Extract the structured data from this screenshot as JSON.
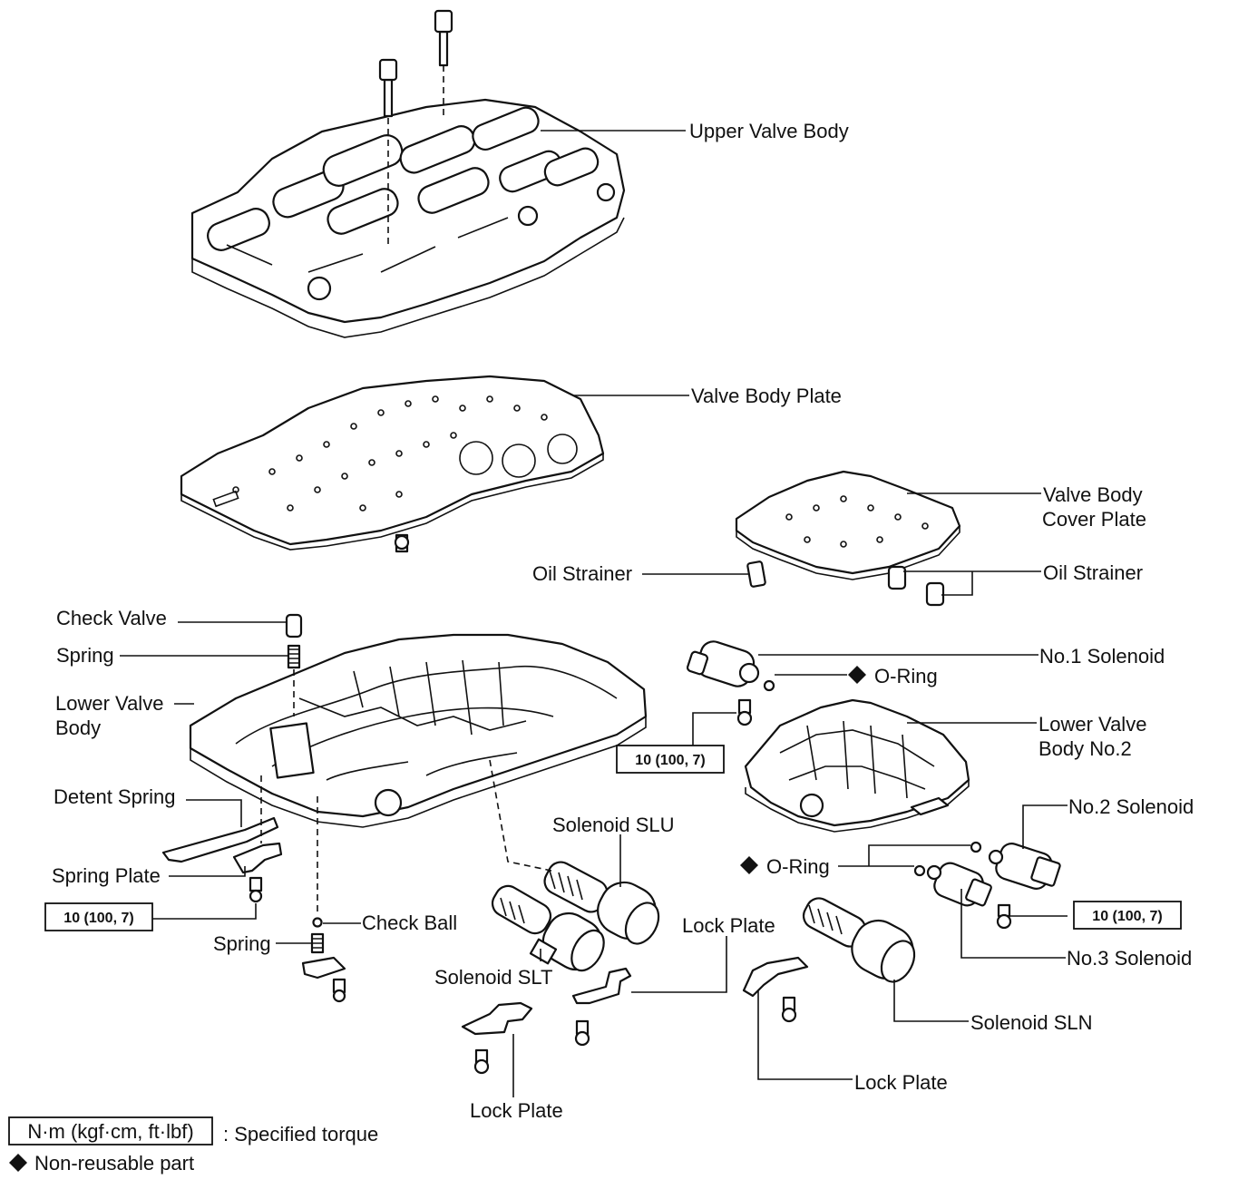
{
  "labels": {
    "upper_valve_body": "Upper Valve Body",
    "valve_body_plate": "Valve Body Plate",
    "valve_body_cover_plate_1": "Valve Body",
    "valve_body_cover_plate_2": "Cover Plate",
    "oil_strainer_left": "Oil Strainer",
    "oil_strainer_right": "Oil Strainer",
    "check_valve": "Check Valve",
    "spring_top": "Spring",
    "lower_valve_body_1": "Lower Valve",
    "lower_valve_body_2": "Body",
    "no1_solenoid": "No.1 Solenoid",
    "o_ring_top": "O-Ring",
    "lower_valve_body_no2_1": "Lower Valve",
    "lower_valve_body_no2_2": "Body No.2",
    "detent_spring": "Detent Spring",
    "solenoid_slu": "Solenoid SLU",
    "no2_solenoid": "No.2 Solenoid",
    "spring_plate": "Spring Plate",
    "o_ring_mid": "O-Ring",
    "check_ball": "Check Ball",
    "spring_bottom": "Spring",
    "lock_plate_mid": "Lock Plate",
    "no3_solenoid": "No.3 Solenoid",
    "solenoid_slt": "Solenoid SLT",
    "solenoid_sln": "Solenoid SLN",
    "lock_plate_right": "Lock Plate",
    "lock_plate_bottom": "Lock Plate"
  },
  "torque": {
    "left": "10 (100, 7)",
    "center": "10 (100, 7)",
    "right": "10 (100, 7)"
  },
  "legend": {
    "unit_box": "N·m (kgf·cm, ft·lbf)",
    "unit_desc": ": Specified torque",
    "nonreusable": "Non-reusable part"
  }
}
